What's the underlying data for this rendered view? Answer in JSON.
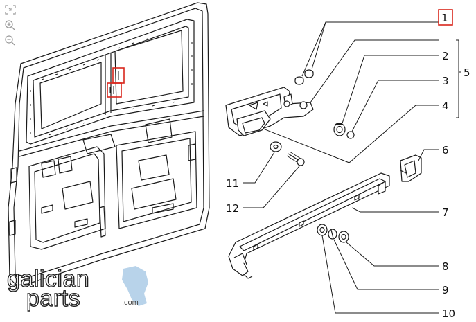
{
  "callouts": {
    "c1": "1",
    "c2": "2",
    "c3": "3",
    "c4": "4",
    "c5": "5",
    "c6": "6",
    "c7": "7",
    "c8": "8",
    "c9": "9",
    "c10": "10",
    "c11": "11",
    "c12": "12"
  },
  "watermark": {
    "line1": "galician",
    "line2": "parts",
    "domain": ".com"
  },
  "icons": {
    "tool1": "fit-page-icon",
    "tool2": "zoom-in-icon",
    "tool3": "zoom-out-icon"
  },
  "colors": {
    "highlight": "#d9261c",
    "line": "#1a1a1a",
    "logo_shape": "#b8d3ea"
  }
}
